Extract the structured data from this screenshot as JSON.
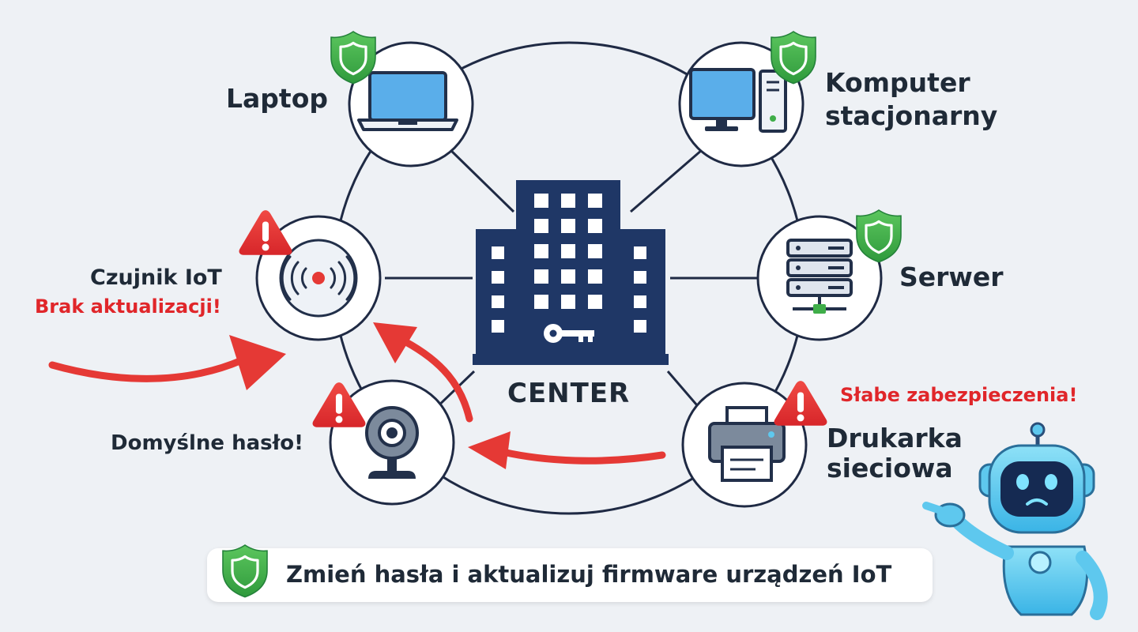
{
  "hub": {
    "label": "CENTER"
  },
  "devices": {
    "laptop": {
      "label": "Laptop",
      "status": "secure"
    },
    "desktop": {
      "label_line1": "Komputer",
      "label_line2": "stacjonarny",
      "status": "secure"
    },
    "server": {
      "label": "Serwer",
      "status": "secure"
    },
    "iot_sensor": {
      "label": "Czujnik IoT",
      "warning": "Brak aktualizacji!",
      "status": "vulnerable"
    },
    "webcam": {
      "warning": "Domyślne hasło!",
      "status": "vulnerable"
    },
    "printer": {
      "label_line1": "Drukarka",
      "label_line2": "sieciowa",
      "warning": "Słabe zabezpieczenia!",
      "status": "vulnerable"
    }
  },
  "tip": {
    "text": "Zmień hasła i aktualizuj firmware urządzeń IoT"
  },
  "icons": {
    "secure": "green-shield-icon",
    "vulnerable": "red-warning-triangle-icon",
    "attack": "red-attack-arrow",
    "mascot": "worried-robot-icon",
    "hub": "building-key-icon"
  },
  "colors": {
    "navy": "#1f3766",
    "shield_green": "#3fae49",
    "warning_red": "#e53935",
    "screen_blue": "#5aaeea",
    "robot_blue": "#5ec8ee",
    "background": "#eef1f5"
  }
}
